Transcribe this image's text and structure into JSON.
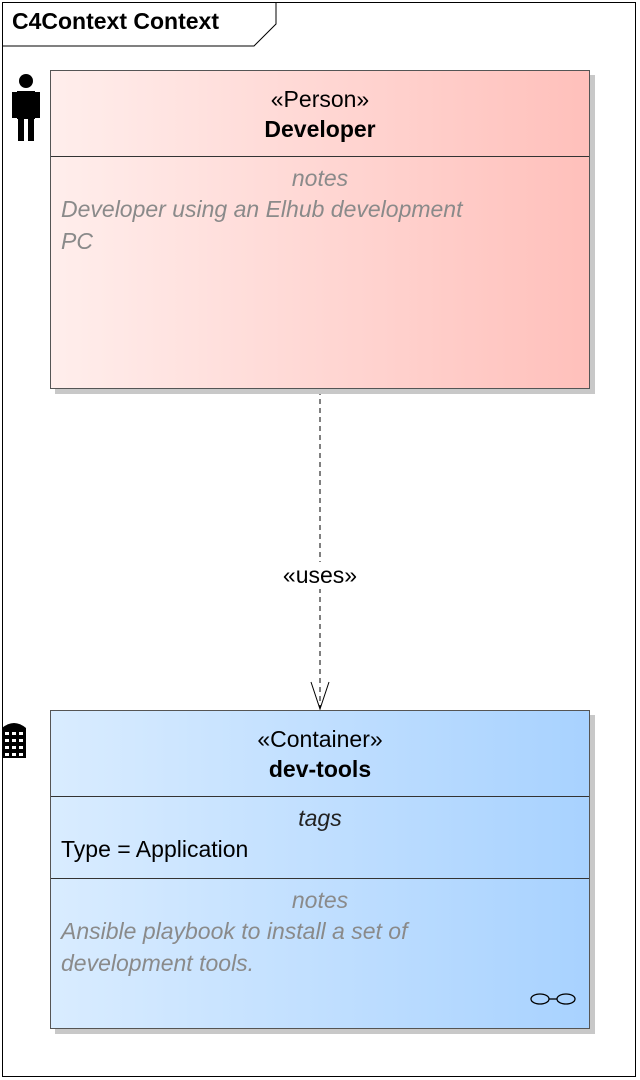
{
  "diagram": {
    "frame_title": "C4Context Context"
  },
  "person": {
    "stereotype": "«Person»",
    "name": "Developer",
    "notes_label": "notes",
    "notes_line1": "Developer using an Elhub development",
    "notes_line2": "PC",
    "icon": "person-icon"
  },
  "container": {
    "stereotype": "«Container»",
    "name": "dev-tools",
    "tags_label": "tags",
    "tag_value": "Type = Application",
    "notes_label": "notes",
    "notes_line1": "Ansible playbook to install a set of",
    "notes_line2": "development tools.",
    "icon": "container-icon",
    "link_icon": "link-icon"
  },
  "relation": {
    "label": "«uses»"
  },
  "colors": {
    "person_fill_start": "#ffeeec",
    "person_fill_end": "#ffc0bb",
    "container_fill_start": "#d9ecff",
    "container_fill_end": "#a8d2ff"
  }
}
